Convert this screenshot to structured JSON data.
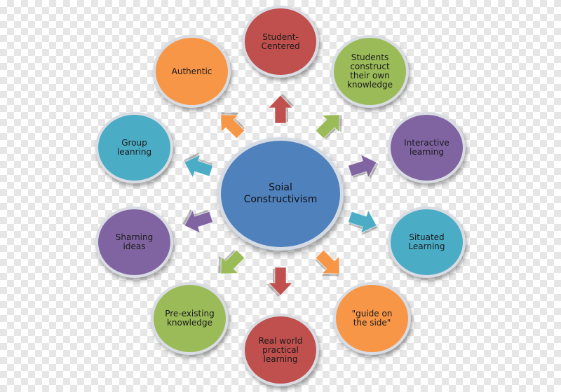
{
  "diagram": {
    "center": {
      "label": "Soial\nConstructivism",
      "color": "#4f81bd"
    },
    "nodes": [
      {
        "id": "student-centered",
        "label": "Student-\nCentered",
        "color": "#c0504d"
      },
      {
        "id": "students-construct",
        "label": "Students\nconstruct\ntheir own\nknowledge",
        "color": "#9bbb59"
      },
      {
        "id": "interactive-learning",
        "label": "Interactive\nlearning",
        "color": "#8064a2"
      },
      {
        "id": "situated-learning",
        "label": "Situated\nLearning",
        "color": "#4bacc6"
      },
      {
        "id": "guide-on-the-side",
        "label": "\"guide on\nthe side\"",
        "color": "#f79646"
      },
      {
        "id": "real-world",
        "label": "Real world\npractical\nlearning",
        "color": "#c0504d"
      },
      {
        "id": "pre-existing",
        "label": "Pre-existing\nknowledge",
        "color": "#9bbb59"
      },
      {
        "id": "sharing-ideas",
        "label": "Sharning\nideas",
        "color": "#8064a2"
      },
      {
        "id": "group-learning",
        "label": "Group\nleanring",
        "color": "#4bacc6"
      },
      {
        "id": "authentic",
        "label": "Authentic",
        "color": "#f79646"
      }
    ],
    "arrow_colors": [
      "#c0504d",
      "#9bbb59",
      "#8064a2",
      "#4bacc6",
      "#f79646",
      "#c0504d",
      "#9bbb59",
      "#8064a2",
      "#4bacc6",
      "#f79646"
    ]
  }
}
